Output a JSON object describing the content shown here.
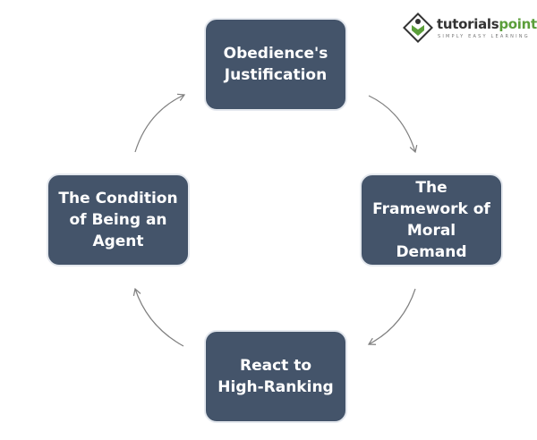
{
  "logo": {
    "name_part1": "tutorials",
    "name_part2": "point",
    "tagline": "SIMPLY EASY LEARNING"
  },
  "nodes": [
    {
      "label": "Obedience's Justification"
    },
    {
      "label": "The Framework of Moral Demand"
    },
    {
      "label": "React to High-Ranking"
    },
    {
      "label": "The Condition of Being an Agent"
    }
  ],
  "colors": {
    "box": "#44546a",
    "box_text": "#ffffff",
    "arrow": "#7f7f7f",
    "logo_accent": "#5b9e3a"
  },
  "flow": "clockwise-cycle"
}
